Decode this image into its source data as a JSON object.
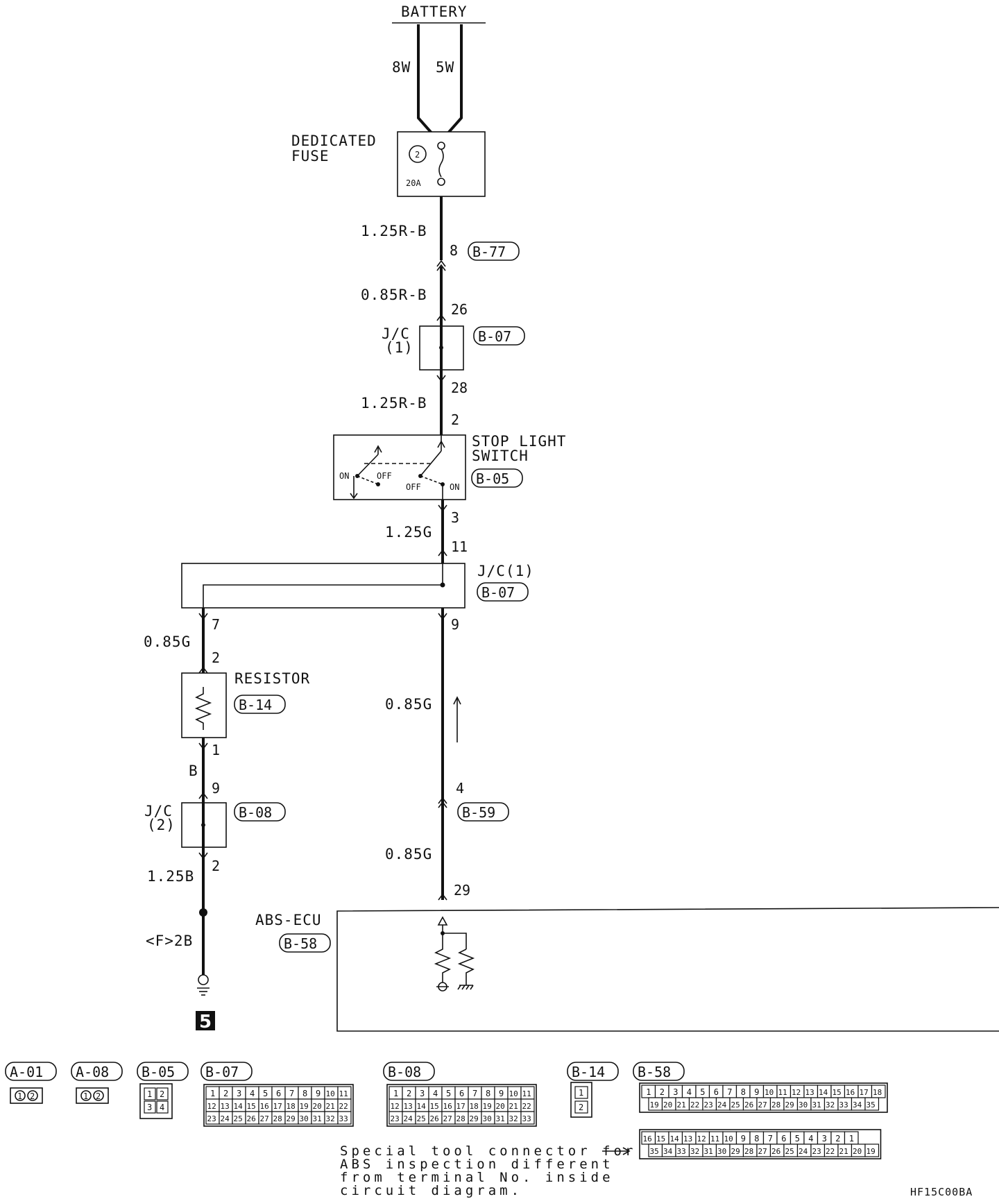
{
  "components": {
    "battery": "BATTERY",
    "fuse_label": [
      "DEDICATED",
      "FUSE"
    ],
    "fuse_number": "2",
    "fuse_rating": "20A",
    "jc1_top": [
      "J/C",
      "(1)"
    ],
    "jc1_mid": "J/C(1)",
    "jc2": [
      "J/C",
      "(2)"
    ],
    "stop_switch": [
      "STOP LIGHT",
      "SWITCH"
    ],
    "resistor": "RESISTOR",
    "abs_ecu": "ABS-ECU",
    "ground_marker": "5"
  },
  "switch_states": {
    "on": "ON",
    "off": "OFF"
  },
  "connectors": {
    "b77": "B-77",
    "b07": "B-07",
    "b05": "B-05",
    "b14": "B-14",
    "b08": "B-08",
    "b59": "B-59",
    "b58": "B-58"
  },
  "wires": {
    "w8w": "8W",
    "w5w": "5W",
    "w1": "1.25R-B",
    "w2": "0.85R-B",
    "w3": "1.25R-B",
    "w4": "1.25G",
    "w5": "0.85G",
    "w6": "0.85G",
    "w7": "0.85G",
    "w8": "B",
    "w9": "1.25B",
    "w10": "<F>2B"
  },
  "pins": {
    "p8": "8",
    "p26": "26",
    "p28": "28",
    "p2a": "2",
    "p3": "3",
    "p11": "11",
    "p7": "7",
    "p9a": "9",
    "p2b": "2",
    "p1": "1",
    "p9b": "9",
    "p2c": "2",
    "p4": "4",
    "p29": "29"
  },
  "legend": {
    "a01": "A-01",
    "a08": "A-08",
    "b05": "B-05",
    "b07": "B-07",
    "b08": "B-08",
    "b14": "B-14",
    "b58": "B-58"
  },
  "note": [
    "Special tool connector for",
    "ABS inspection different",
    "from terminal No. inside",
    "circuit diagram."
  ],
  "figure_code": "HF15C00BA"
}
